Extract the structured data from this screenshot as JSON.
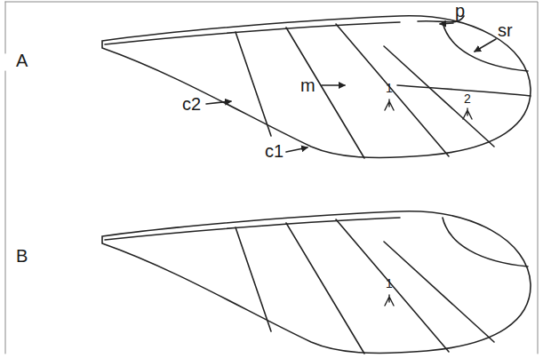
{
  "diagram": {
    "labels": [
      "p",
      "sr",
      "A",
      "c2",
      "m",
      "1",
      "2",
      "c1",
      "B",
      "1"
    ]
  }
}
